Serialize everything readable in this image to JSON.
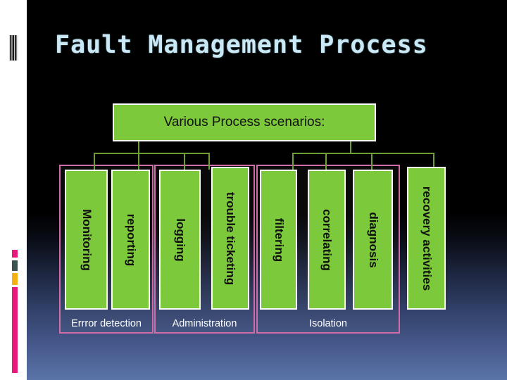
{
  "slide": {
    "title": "Fault Management Process",
    "title_color": "#c9e9f7",
    "background_top_color": "#000000",
    "background_bottom_color": "#5a74a8",
    "accent_green": "#7dc93c",
    "accent_pink": "#d16ca8",
    "connector_green": "#6f9e33",
    "sidebar_color": "#ffffff",
    "ornament_pink": "#e8197d",
    "ornament_orange": "#f5b014",
    "ornament_teal": "#3d5352"
  },
  "diagram": {
    "root": {
      "label": "Various Process scenarios:"
    },
    "leaves": [
      {
        "label": "Monitoring"
      },
      {
        "label": "reporting"
      },
      {
        "label": "logging"
      },
      {
        "label": "trouble ticketing"
      },
      {
        "label": "filtering"
      },
      {
        "label": "correlating"
      },
      {
        "label": "diagnosis"
      },
      {
        "label": "recovery activities"
      }
    ],
    "groups": [
      {
        "label": "Errror detection"
      },
      {
        "label": "Administration"
      },
      {
        "label": "Isolation"
      }
    ]
  }
}
